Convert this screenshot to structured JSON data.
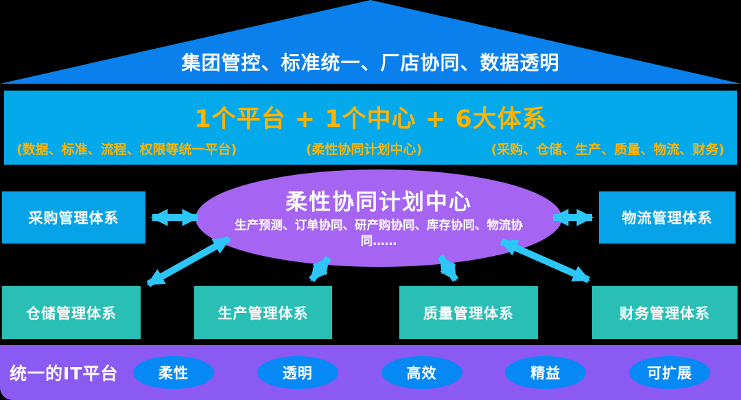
{
  "roof": {
    "label": "集团管控、标准统一、厂店协同、数据透明"
  },
  "banner": {
    "title": "1个平台 + 1个中心 + 6大体系",
    "subtitles": [
      "(数据、标准、流程、权限等统一平台)",
      "(柔性协同计划中心)",
      "(采购、仓储、生产、质量、物流、财务)"
    ]
  },
  "center_ellipse": {
    "title": "柔性协同计划中心",
    "subtitle": "生产预测、订单协同、研产购协同、库存协同、物流协同……"
  },
  "side_boxes": {
    "left": "采购管理体系",
    "right": "物流管理体系"
  },
  "bottom_boxes": [
    "仓储管理体系",
    "生产管理体系",
    "质量管理体系",
    "财务管理体系"
  ],
  "platform_bar": {
    "label": "统一的IT平台",
    "badges": [
      "柔性",
      "透明",
      "高效",
      "精益",
      "可扩展"
    ]
  },
  "colors": {
    "roof_blue": "#0a80ec",
    "banner_blue": "#04a9ec",
    "accent_orange": "#ffb400",
    "box_blue": "#06a3e8",
    "system_teal": "#2abfb4",
    "hub_purple": "#a564f2",
    "bar_purple": "#8a5af2",
    "badge_blue": "#0689f5",
    "arrow_cyan": "#2cc7f8"
  }
}
